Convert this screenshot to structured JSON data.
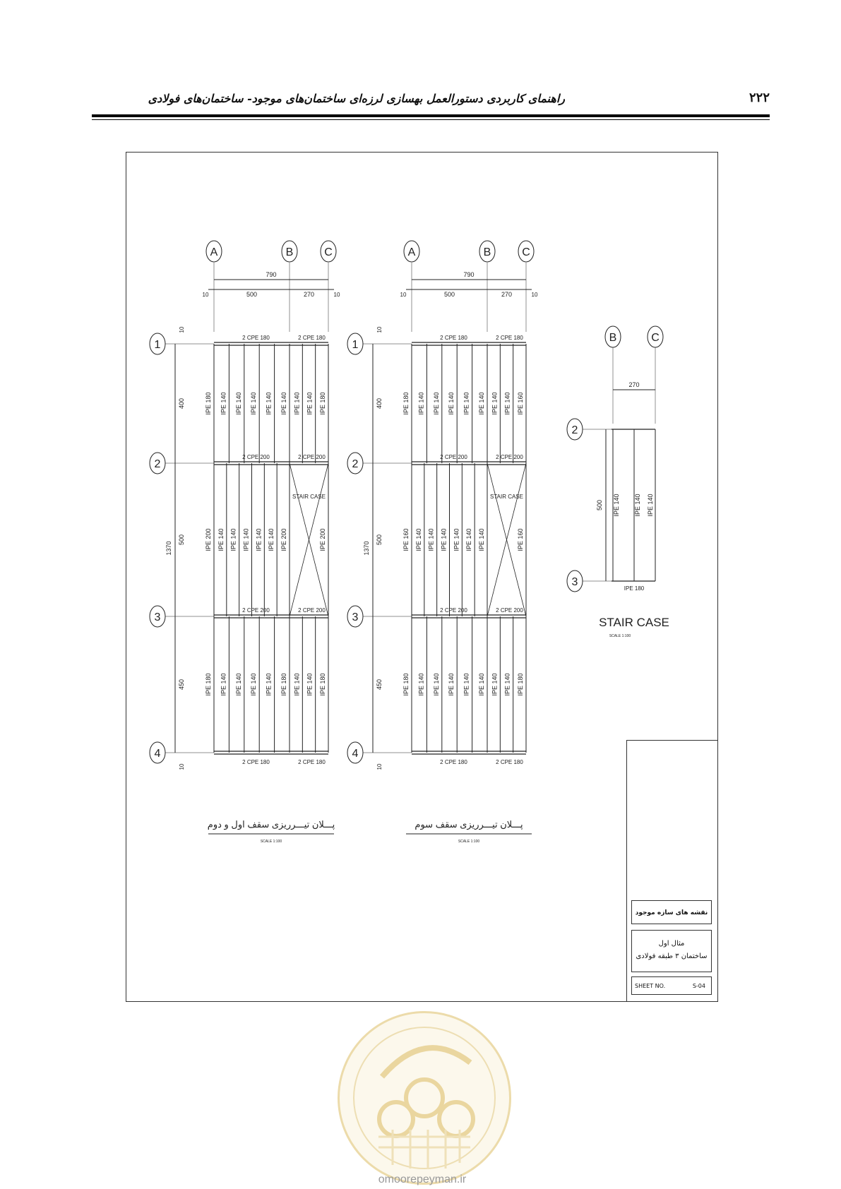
{
  "header": {
    "page_number": "۲۲۲",
    "running_head": "راهنمای کاربردی دستورالعمل بهسازی لرزه‌ای ساختمان‌های موجود- ساختمان‌های فولادی"
  },
  "plans": {
    "grid_cols": [
      "A",
      "B",
      "C"
    ],
    "grid_rows": [
      "1",
      "2",
      "3",
      "4"
    ],
    "dim_total": "790",
    "dim_ab": "500",
    "dim_bc": "270",
    "dim_edge": "10",
    "dim_rows_total": "1370",
    "dim_r12": "400",
    "dim_r23": "500",
    "dim_r34": "450",
    "girder_top": "2 CPE 180",
    "girder_mid": "2 CPE 200",
    "stair_label": "STAIR CASE",
    "plan1_bay1": [
      "IPE 180",
      "IPE 140",
      "IPE 140",
      "IPE 140",
      "IPE 140",
      "IPE 140",
      "IPE 140",
      "IPE 140",
      "IPE 180"
    ],
    "plan1_bay2": [
      "IPE 200",
      "IPE 140",
      "IPE 140",
      "IPE 140",
      "IPE 140",
      "IPE 140",
      "IPE 200",
      "IPE 200"
    ],
    "plan1_bay3": [
      "IPE 180",
      "IPE 140",
      "IPE 140",
      "IPE 140",
      "IPE 140",
      "IPE 180",
      "IPE 140",
      "IPE 140",
      "IPE 180"
    ],
    "plan2_bay1": [
      "IPE 180",
      "IPE 140",
      "IPE 140",
      "IPE 140",
      "IPE 140",
      "IPE 140",
      "IPE 140",
      "IPE 140",
      "IPE 160"
    ],
    "plan2_bay2": [
      "IPE 160",
      "IPE 140",
      "IPE 140",
      "IPE 140",
      "IPE 140",
      "IPE 140",
      "IPE 140",
      "IPE 160"
    ],
    "plan2_bay3": [
      "IPE 180",
      "IPE 140",
      "IPE 140",
      "IPE 140",
      "IPE 140",
      "IPE 140",
      "IPE 140",
      "IPE 140",
      "IPE 180"
    ],
    "plan1_title": "پـــلان تیـــرریزی سقف اول و دوم",
    "plan2_title": "پـــلان تیـــرریزی سقف سوم",
    "scale": "SCALE 1:100"
  },
  "stair": {
    "cols": [
      "B",
      "C"
    ],
    "rows": [
      "2",
      "3"
    ],
    "dim_width": "270",
    "dim_length": "500",
    "beams": [
      "IPE 140",
      "IPE 140",
      "IPE 140"
    ],
    "bottom_beam": "IPE 180",
    "title": "STAIR CASE",
    "scale": "SCALE 1:100"
  },
  "title_block": {
    "project": "نقشه های سازه موجود",
    "example_line1": "مثال اول",
    "example_line2": "ساختمان ۳ طبقه فولادی",
    "sheet_label": "SHEET NO.",
    "sheet_no": "S-04"
  },
  "watermark": {
    "site": "omoorepeyman.ir"
  }
}
